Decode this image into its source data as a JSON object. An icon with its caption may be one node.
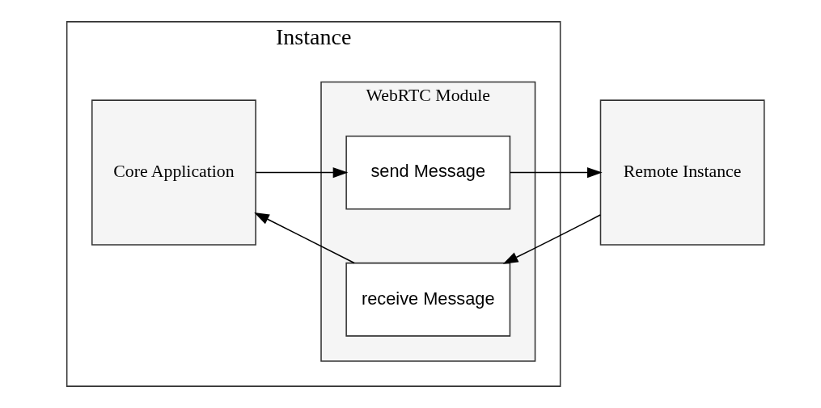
{
  "diagram": {
    "nodes": [
      {
        "text": [
          "Instance"
        ]
      },
      {
        "text": [
          "Core Application"
        ],
        "in": 0
      },
      {
        "text": [
          "WebRTC Module"
        ],
        "in": 0
      },
      {
        "text": [
          "send Message"
        ],
        "in": 2
      },
      {
        "text": [
          "receive Message"
        ],
        "in": 2
      },
      {
        "text": [
          "Remote Instance"
        ]
      }
    ],
    "edges": [
      {
        "from": 1,
        "to": 3,
        "arrow": "to"
      },
      {
        "from": 3,
        "to": 5,
        "arrow": "to"
      },
      {
        "from": 5,
        "to": 4,
        "arrow": "to"
      },
      {
        "from": 4,
        "to": 1,
        "arrow": "to"
      }
    ]
  }
}
